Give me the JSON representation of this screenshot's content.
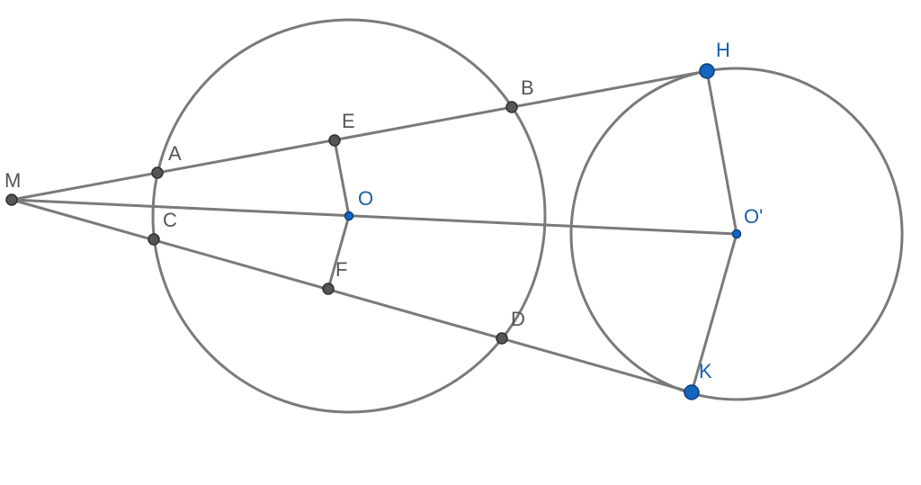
{
  "diagram": {
    "colors": {
      "stroke": "#7a7a7a",
      "point_gray": "#555555",
      "point_blue": "#1565c0",
      "label_gray": "#555555",
      "label_blue": "#1a5fa8"
    },
    "points": {
      "M": {
        "label": "M",
        "style": "gray"
      },
      "A": {
        "label": "A",
        "style": "gray"
      },
      "B": {
        "label": "B",
        "style": "gray"
      },
      "C": {
        "label": "C",
        "style": "gray"
      },
      "D": {
        "label": "D",
        "style": "gray"
      },
      "E": {
        "label": "E",
        "style": "gray"
      },
      "F": {
        "label": "F",
        "style": "gray"
      },
      "O": {
        "label": "O",
        "style": "blue-small"
      },
      "O2": {
        "label": "O'",
        "style": "blue-small"
      },
      "H": {
        "label": "H",
        "style": "blue"
      },
      "K": {
        "label": "K",
        "style": "blue"
      }
    },
    "segments": [
      [
        "M",
        "H"
      ],
      [
        "M",
        "K"
      ],
      [
        "M",
        "O2"
      ],
      [
        "O",
        "E"
      ],
      [
        "O",
        "F"
      ],
      [
        "O2",
        "H"
      ],
      [
        "O2",
        "K"
      ]
    ],
    "circles": [
      {
        "center": "O",
        "name": "circle-o"
      },
      {
        "center": "O2",
        "name": "circle-o-prime"
      }
    ]
  }
}
